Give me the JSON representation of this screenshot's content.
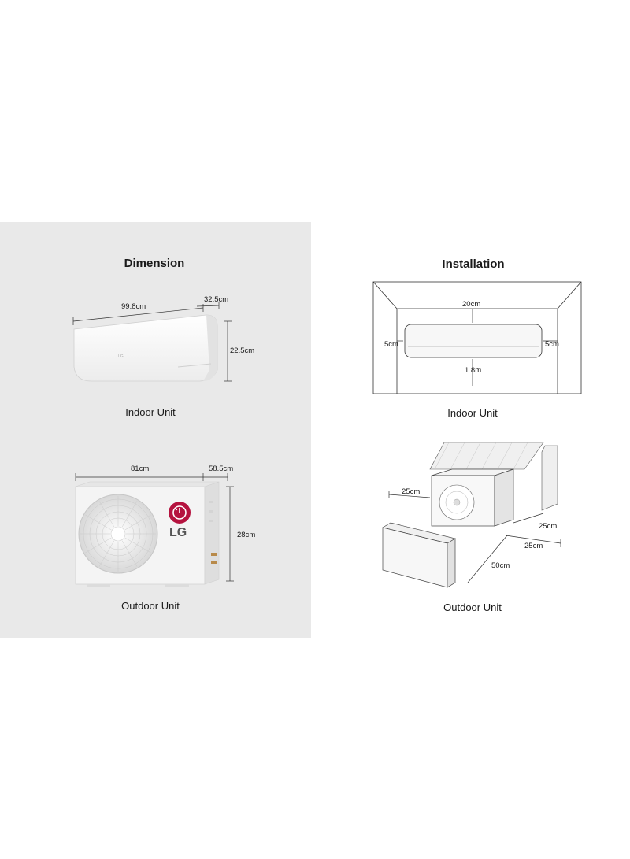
{
  "dimension": {
    "title": "Dimension",
    "indoor": {
      "caption": "Indoor Unit",
      "width_label": "99.8cm",
      "depth_label": "32.5cm",
      "height_label": "22.5cm"
    },
    "outdoor": {
      "caption": "Outdoor Unit",
      "width_label": "81cm",
      "depth_label": "58.5cm",
      "height_label": "28cm",
      "brand": "LG"
    }
  },
  "installation": {
    "title": "Installation",
    "indoor": {
      "caption": "Indoor Unit",
      "top_clearance": "20cm",
      "left_clearance": "5cm",
      "right_clearance": "5cm",
      "floor_height": "1.8m"
    },
    "outdoor": {
      "caption": "Outdoor Unit",
      "left_clearance": "25cm",
      "back_clearance": "25cm",
      "side_clearance": "25cm",
      "front_clearance": "50cm"
    }
  },
  "colors": {
    "left_panel": "#e9e9e9",
    "lg_red": "#b5133f"
  }
}
